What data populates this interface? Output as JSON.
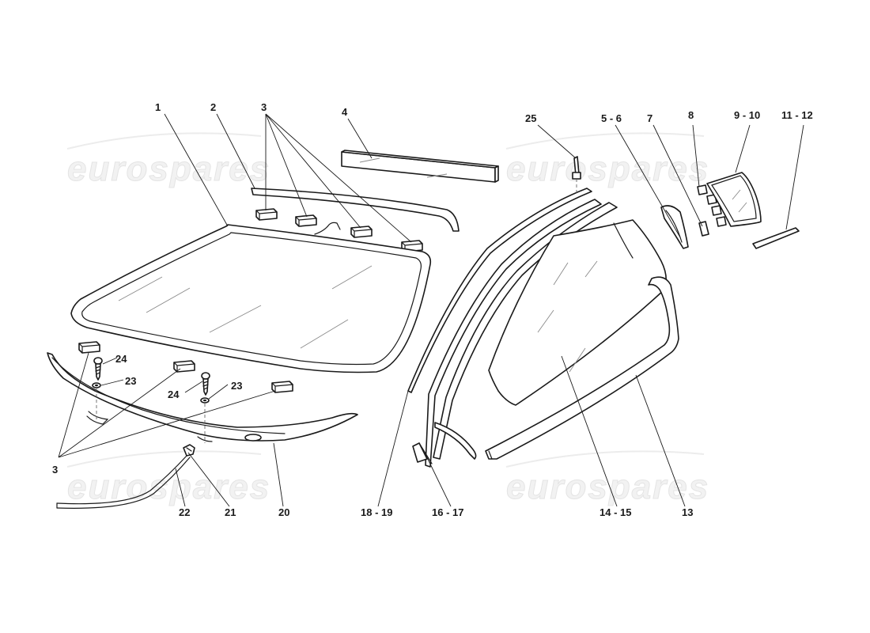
{
  "watermark": {
    "text": "eurospares",
    "color": "#e6e6e6"
  },
  "callouts": {
    "c1": "1",
    "c2": "2",
    "c3_top": "3",
    "c4": "4",
    "c25": "25",
    "c5_6": "5 - 6",
    "c7": "7",
    "c8": "8",
    "c9_10": "9 - 10",
    "c11_12": "11 - 12",
    "c24_left": "24",
    "c23_left": "23",
    "c24_right": "24",
    "c23_right": "23",
    "c3_bottom": "3",
    "c22": "22",
    "c21": "21",
    "c20": "20",
    "c18_19": "18 - 19",
    "c16_17": "16 - 17",
    "c14_15": "14 - 15",
    "c13": "13"
  }
}
